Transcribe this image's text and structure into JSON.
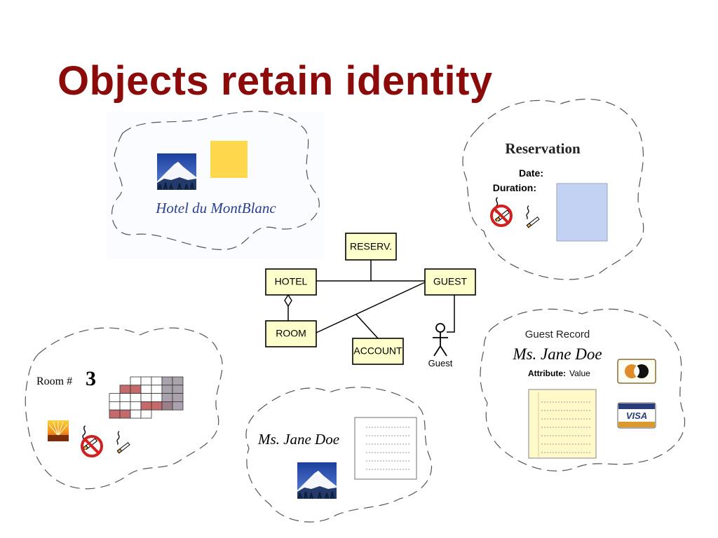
{
  "title": "Objects retain identity",
  "hotel_cloud": {
    "label": "Hotel du MontBlanc"
  },
  "reservation_cloud": {
    "title": "Reservation",
    "date_label": "Date:",
    "duration_label": "Duration:"
  },
  "er_diagram": {
    "entities": {
      "reserv": "RESERV.",
      "hotel": "HOTEL",
      "guest": "GUEST",
      "room": "ROOM",
      "account": "ACCOUNT"
    },
    "actor_label": "Guest"
  },
  "guest_record_cloud": {
    "header": "Guest Record",
    "name": "Ms. Jane Doe",
    "attribute_label": "Attribute:",
    "attribute_value": "Value",
    "card_label": "VISA"
  },
  "room_cloud": {
    "label": "Room #",
    "number": "3"
  },
  "person_cloud": {
    "name": "Ms. Jane Doe"
  },
  "icons": [
    "mountain-photo-icon",
    "yellow-square-icon",
    "no-smoking-icon",
    "smoking-icon",
    "sunset-photo-icon",
    "mastercard-icon",
    "visa-card-icon",
    "stick-figure-icon"
  ],
  "colors": {
    "title": "#8b0a0a",
    "entity_fill": "#ffffcc",
    "yellow_square": "#ffd84d",
    "blue_panel": "#c3d2f3",
    "note_fill": "#fff8c8",
    "room_booked": "#c46a6a",
    "room_dark": "#a9a2ac"
  }
}
